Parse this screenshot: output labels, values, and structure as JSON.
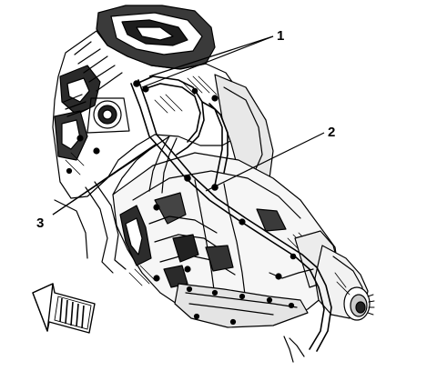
{
  "diagram": {
    "callouts": [
      {
        "id": "1",
        "label": "1"
      },
      {
        "id": "2",
        "label": "2"
      },
      {
        "id": "3",
        "label": "3"
      }
    ],
    "stroke_color": "#000000",
    "background": "#ffffff",
    "direction_icon": "front-arrow-icon"
  }
}
